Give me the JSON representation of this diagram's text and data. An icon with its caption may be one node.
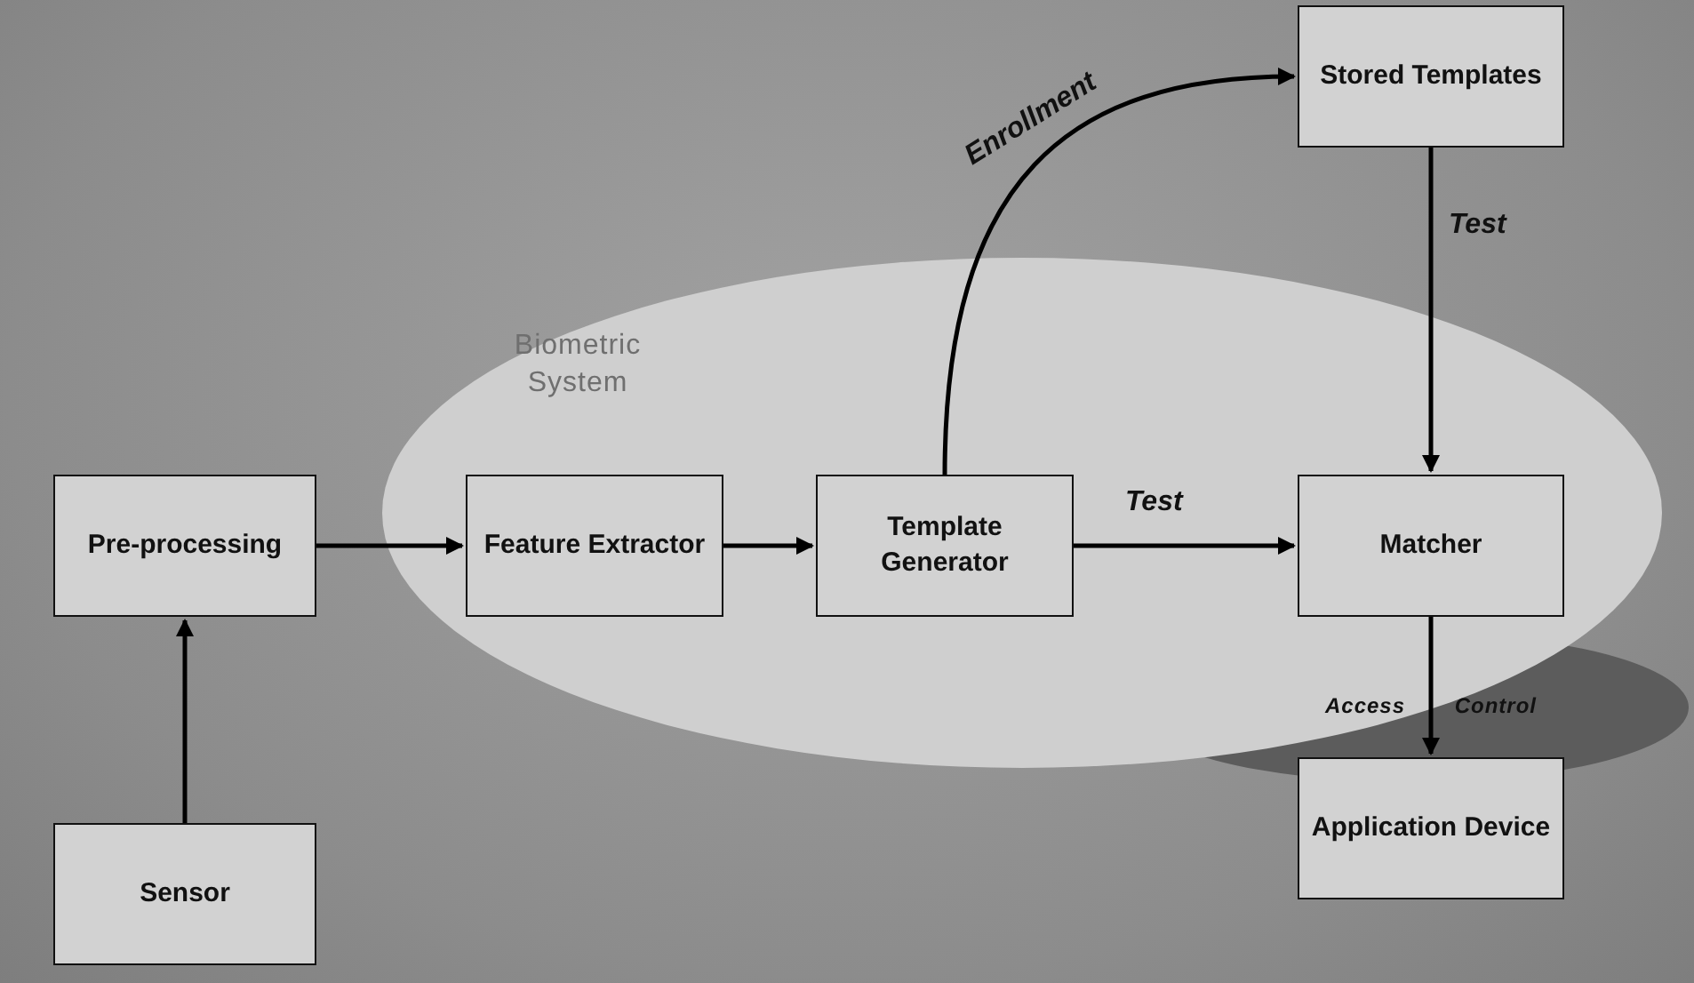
{
  "diagram": {
    "nodes": [
      {
        "text": [
          "Stored Templates"
        ]
      },
      {
        "text": [
          "Biometric System"
        ]
      },
      {
        "text": [
          "Pre-processing"
        ]
      },
      {
        "text": [
          "Feature Extractor"
        ],
        "in": 1
      },
      {
        "text": [
          "Template Generator"
        ],
        "in": 1
      },
      {
        "text": [
          "Matcher"
        ],
        "in": 1
      },
      {
        "text": [
          "Sensor"
        ]
      },
      {
        "text": [
          "Application Device"
        ]
      }
    ],
    "edges": [
      {
        "from": 6,
        "to": 2,
        "arrow": "to"
      },
      {
        "from": 2,
        "to": 3,
        "arrow": "to"
      },
      {
        "from": 3,
        "to": 4,
        "arrow": "to"
      },
      {
        "from": 4,
        "to": 5,
        "arrow": "to",
        "label": "Test"
      },
      {
        "from": 4,
        "to": 0,
        "arrow": "to",
        "label": "Enrollment"
      },
      {
        "from": 0,
        "to": 5,
        "arrow": "to",
        "label": "Test"
      },
      {
        "from": 5,
        "to": 7,
        "arrow": "to",
        "label": "Access Control"
      }
    ]
  }
}
